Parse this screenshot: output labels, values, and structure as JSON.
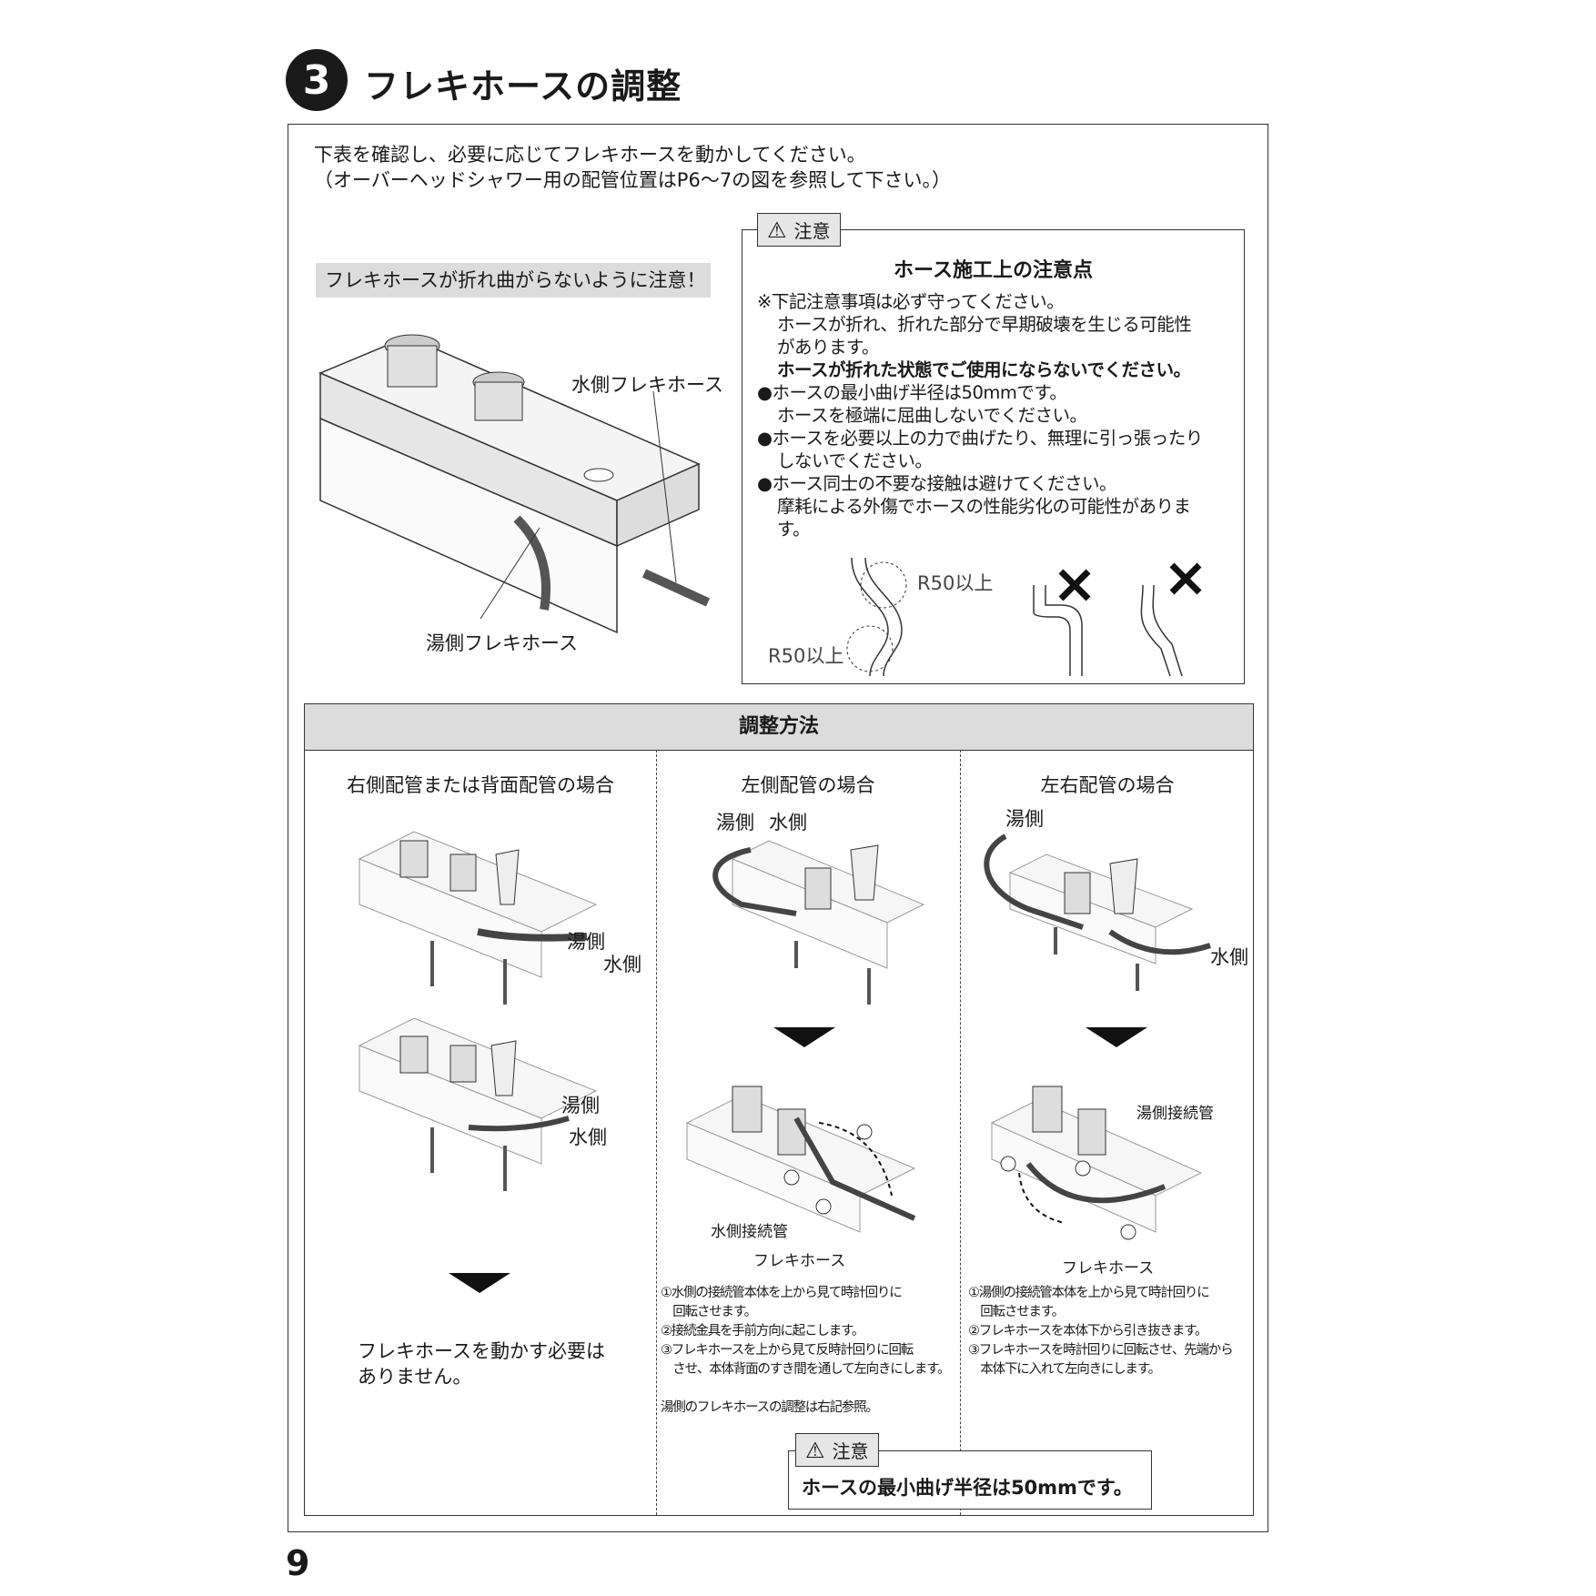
{
  "header": {
    "step_number": "3",
    "title": "フレキホースの調整"
  },
  "intro": {
    "line1": "下表を確認し、必要に応じてフレキホースを動かしてください。",
    "line2": "（オーバーヘッドシャワー用の配管位置はP6〜7の図を参照して下さい。）"
  },
  "top_figure": {
    "warning_label": "フレキホースが折れ曲がらないように注意！",
    "water_hose_label": "水側フレキホース",
    "hot_hose_label": "湯側フレキホース"
  },
  "caution": {
    "tag": "注意",
    "title": "ホース施工上の注意点",
    "note_mark": "※",
    "note_lines": [
      "下記注意事項は必ず守ってください。",
      "ホースが折れ、折れた部分で早期破壊を生じる可能性",
      "があります。"
    ],
    "note_bold": "ホースが折れた状態でご使用にならないでください。",
    "bullets": [
      {
        "line1": "ホースの最小曲げ半径は50mmです。",
        "line2": "ホースを極端に屈曲しないでください。"
      },
      {
        "line1": "ホースを必要以上の力で曲げたり、無理に引っ張ったり",
        "line2": "しないでください。"
      },
      {
        "line1": "ホース同士の不要な接触は避けてください。",
        "line2": "摩耗による外傷でホースの性能劣化の可能性がありま",
        "line3": "す。"
      }
    ],
    "r50_top": "R50以上",
    "r50_bottom": "R50以上"
  },
  "adjust": {
    "title": "調整方法",
    "col1": {
      "heading": "右側配管または背面配管の場合",
      "hot1": "湯側",
      "water1": "水側",
      "hot2": "湯側",
      "water2": "水側",
      "result_line1": "フレキホースを動かす必要は",
      "result_line2": "ありません。"
    },
    "col2": {
      "heading": "左側配管の場合",
      "hot": "湯側",
      "water": "水側",
      "pipe_label": "水側接続管",
      "hose_label": "フレキホース",
      "steps": [
        "①水側の接続管本体を上から見て時計回りに",
        "　回転させます。",
        "②接続金具を手前方向に起こします。",
        "③フレキホースを上から見て反時計回りに回転",
        "　させ、本体背面のすき間を通して左向きにします。"
      ],
      "note": "湯側のフレキホースの調整は右記参照。"
    },
    "col3": {
      "heading": "左右配管の場合",
      "hot": "湯側",
      "water": "水側",
      "pipe_label": "湯側接続管",
      "hose_label": "フレキホース",
      "steps": [
        "①湯側の接続管本体を上から見て時計回りに",
        "　回転させます。",
        "②フレキホースを本体下から引き抜きます。",
        "③フレキホースを時計回りに回転させ、先端から",
        "　本体下に入れて左向きにします。"
      ]
    },
    "bottom_caution": {
      "tag": "注意",
      "text": "ホースの最小曲げ半径は50mmです。"
    }
  },
  "page_number": "9"
}
